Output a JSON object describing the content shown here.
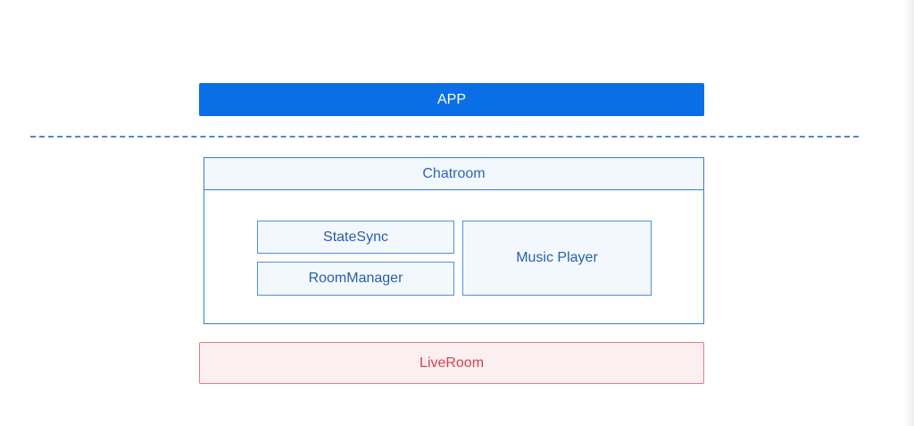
{
  "diagram": {
    "app_layer": {
      "label": "APP"
    },
    "chatroom": {
      "title": "Chatroom",
      "modules": {
        "state_sync": "StateSync",
        "room_manager": "RoomManager",
        "music_player": "Music Player"
      }
    },
    "liveroom_layer": {
      "label": "LiveRoom"
    }
  },
  "colors": {
    "app_fill": "#0a6ee6",
    "chatroom_border": "#2f7ee0",
    "divider": "#4d87cf",
    "liveroom_border": "#e57a86",
    "liveroom_text": "#d6424f"
  }
}
